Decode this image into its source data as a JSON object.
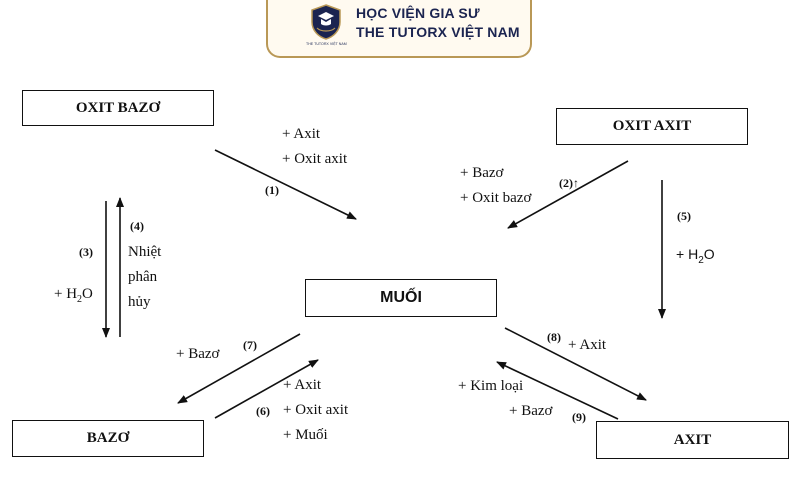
{
  "banner": {
    "title_line1": "HỌC VIỆN GIA SƯ",
    "title_line2": "THE TUTORX VIỆT NAM",
    "logo_caption": "THE TUTORX VIỆT NAM",
    "colors": {
      "navy": "#1b2450",
      "gold": "#b99856"
    }
  },
  "boxes": {
    "oxit_bazo": "OXIT BAZƠ",
    "oxit_axit": "OXIT AXIT",
    "muoi": "MUỐI",
    "bazo": "BAZƠ",
    "axit": "AXIT"
  },
  "labels": {
    "l1_line1": "+ Axit",
    "l1_line2": "+ Oxit axit",
    "l2_line1": "+ Bazơ",
    "l2_line2": "+ Oxit bazơ",
    "l4_line1": "Nhiệt",
    "l4_line2": "phân",
    "l4_line3": "hủy",
    "l3_prefix": "+ H",
    "l3_sub": "2",
    "l3_suffix": "O",
    "l5_prefix": "+ H",
    "l5_sub": "2",
    "l5_suffix": "O",
    "l7": "+ Bazơ",
    "l6_line1": "+ Axit",
    "l6_line2": "+ Oxit axit",
    "l6_line3": "+ Muối",
    "l8": "+ Axit",
    "l9_line1": "+ Kim loại",
    "l9_line2": "+ Bazơ"
  },
  "numbers": {
    "n1": "(1)",
    "n2": "(2)",
    "n2_mark": "↑",
    "n3": "(3)",
    "n4": "(4)",
    "n5": "(5)",
    "n6": "(6)",
    "n7": "(7)",
    "n8": "(8)",
    "n9": "(9)"
  }
}
